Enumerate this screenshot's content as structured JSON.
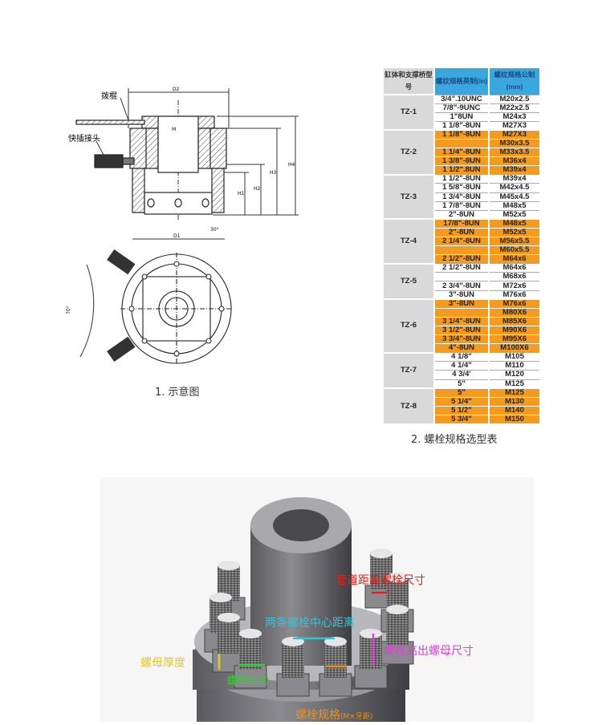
{
  "figure1": {
    "caption": "1. 示意图",
    "labels": {
      "lever": "拨棍",
      "coupler": "快插接头",
      "D2": "D2",
      "D1": "D1",
      "M": "M",
      "H1": "H1",
      "H2": "H2",
      "H3": "H3",
      "H4": "H4",
      "angle_side": "30°",
      "angle_top": "70°"
    }
  },
  "figure2": {
    "caption": "2. 螺栓规格选型表",
    "headers": [
      "缸体和支撑桥型号",
      "螺纹规格英制(in)",
      "螺纹规格公制(mm)"
    ],
    "groups": [
      {
        "model": "TZ-1",
        "highlight": false,
        "rows": [
          [
            "3/4\".10UNC",
            "M20x2.5"
          ],
          [
            "7/8\"-9UNC",
            "M22x2.5"
          ],
          [
            "1\"8UN",
            "M24x3"
          ],
          [
            "1 1/8\"-8UN",
            "M27X3"
          ]
        ]
      },
      {
        "model": "TZ-2",
        "highlight": true,
        "rows": [
          [
            "1 1/8\"-8UN",
            "M27X3"
          ],
          [
            "",
            "M30x3.5"
          ],
          [
            "1 1/4\"-8UN",
            "M33x3.5"
          ],
          [
            "1 3/8\"-8UN",
            "M36x4"
          ],
          [
            "1 1/2\".8UN",
            "M39x4"
          ]
        ]
      },
      {
        "model": "TZ-3",
        "highlight": false,
        "rows": [
          [
            "1 1/2\"-8UN",
            "M39x4"
          ],
          [
            "1 5/8\"-8UN",
            "M42x4.5"
          ],
          [
            "1 3/4\"-8UN",
            "M45x4.5"
          ],
          [
            "1  7/8\"-8UN",
            "M48x5"
          ],
          [
            "2\"-8UN",
            "M52x5"
          ]
        ]
      },
      {
        "model": "TZ-4",
        "highlight": true,
        "rows": [
          [
            "17/8\"-8UN",
            "M48x5"
          ],
          [
            "2\"-8UN",
            "M52x5"
          ],
          [
            "2 1/4\"-8UN",
            "M56x5.5"
          ],
          [
            "",
            "M60x5.5"
          ],
          [
            "2 1/2\"-8UN",
            "M64x6"
          ]
        ]
      },
      {
        "model": "TZ-5",
        "highlight": false,
        "rows": [
          [
            "2  1/2\"-8UN",
            "M64x6"
          ],
          [
            "",
            "M68x6"
          ],
          [
            "2  3/4\"-8UN",
            "M72x6"
          ],
          [
            "3\"-8UN",
            "M76x6"
          ]
        ]
      },
      {
        "model": "TZ-6",
        "highlight": true,
        "rows": [
          [
            "3\"-8UN",
            "M76x6"
          ],
          [
            "",
            "M80X6"
          ],
          [
            "3  1/4\"-8UN",
            "M85X6"
          ],
          [
            "3  1/2\"-8UN",
            "M90X6"
          ],
          [
            "3  3/4\"-8UN",
            "M95X6"
          ],
          [
            "4\"-8UN",
            "M100X6"
          ]
        ]
      },
      {
        "model": "TZ-7",
        "highlight": false,
        "rows": [
          [
            "4  1/8\"",
            "M105"
          ],
          [
            "4 1/4\"",
            "M110"
          ],
          [
            "4 3/4'",
            "M120"
          ],
          [
            "5\"",
            "M125"
          ]
        ]
      },
      {
        "model": "TZ-8",
        "highlight": true,
        "rows": [
          [
            "5\"",
            "M125"
          ],
          [
            "5 1/4\"",
            "M130"
          ],
          [
            "5 1/2\"",
            "M140"
          ],
          [
            "5 3/4\"",
            "M150"
          ]
        ]
      }
    ]
  },
  "figure3": {
    "labels": {
      "pipe_distance": "管道距离螺栓尺寸",
      "center_distance": "两条螺栓中心距离",
      "bolt_protrusion": "螺栓高出螺母尺寸",
      "nut_thickness": "螺母厚度",
      "nut_across_flats": "螺母对边",
      "bolt_spec": "螺栓规格",
      "bolt_spec_note": "(M×牙距)"
    },
    "colors": {
      "red": "#e0201c",
      "cyan": "#2fc6dc",
      "magenta": "#e23be0",
      "yellow": "#e8c81a",
      "green": "#2ed42e",
      "orange": "#f0901a"
    }
  }
}
